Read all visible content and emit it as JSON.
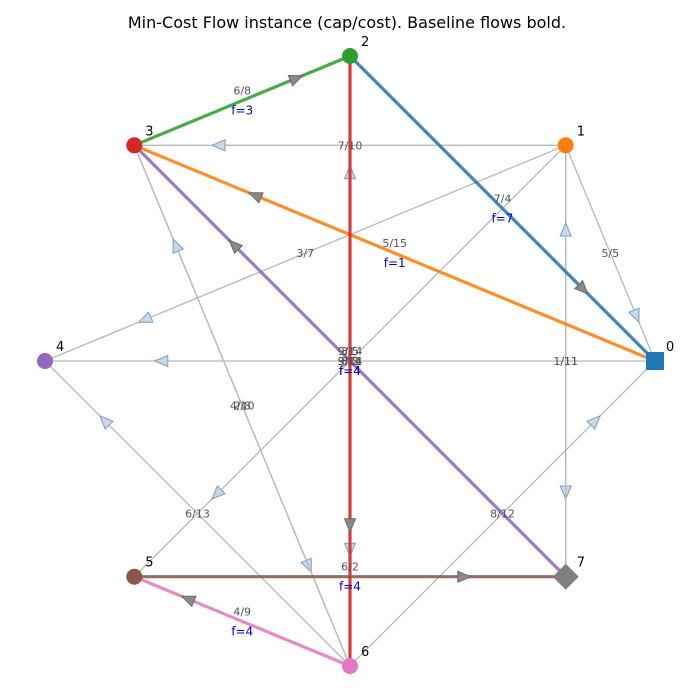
{
  "title": "Min-Cost Flow instance (cap/cost). Baseline flows bold.",
  "colors": {
    "edge": "#b8b8b8",
    "arrow_fill": "#c6d8ea",
    "arrow_stroke": "#7f9db9",
    "flow_label": "#0000dd",
    "edge_label": "#555555"
  },
  "nodes": [
    {
      "id": "0",
      "label": "0",
      "shape": "square",
      "color": "#1f77b4"
    },
    {
      "id": "1",
      "label": "1",
      "shape": "circle",
      "color": "#ff7f0e"
    },
    {
      "id": "2",
      "label": "2",
      "shape": "circle",
      "color": "#2ca02c"
    },
    {
      "id": "3",
      "label": "3",
      "shape": "circle",
      "color": "#d62728"
    },
    {
      "id": "4",
      "label": "4",
      "shape": "circle",
      "color": "#9467bd"
    },
    {
      "id": "5",
      "label": "5",
      "shape": "circle",
      "color": "#8c564b"
    },
    {
      "id": "6",
      "label": "6",
      "shape": "circle",
      "color": "#e377c2"
    },
    {
      "id": "7",
      "label": "7",
      "shape": "diamond",
      "color": "#7f7f7f"
    }
  ],
  "edges": [
    {
      "from": "1",
      "to": "0",
      "label": "5/5"
    },
    {
      "from": "0",
      "to": "4",
      "label": "8/5"
    },
    {
      "from": "1",
      "to": "3",
      "label": "7/10"
    },
    {
      "from": "1",
      "to": "7",
      "label": "1/11"
    },
    {
      "from": "1",
      "to": "5",
      "label": "3/11"
    },
    {
      "from": "7",
      "to": "1",
      "label": "1/11"
    },
    {
      "from": "1",
      "to": "4",
      "label": "3/7"
    },
    {
      "from": "3",
      "to": "6",
      "label": "4/10"
    },
    {
      "from": "6",
      "to": "3",
      "label": "2/8"
    },
    {
      "from": "6",
      "to": "4",
      "label": "6/13"
    },
    {
      "from": "6",
      "to": "0",
      "label": "8/12"
    },
    {
      "from": "6",
      "to": "2",
      "label": "9/14"
    },
    {
      "from": "2",
      "to": "6",
      "label": "6/2"
    }
  ],
  "flow_edges": [
    {
      "from": "3",
      "to": "2",
      "label": "6/8",
      "flow": "f=3",
      "color": "#2ca02c"
    },
    {
      "from": "2",
      "to": "0",
      "label": "7/4",
      "flow": "f=7",
      "color": "#1f77b4"
    },
    {
      "from": "0",
      "to": "3",
      "label": "5/15",
      "flow": "f=1",
      "color": "#ff7f0e"
    },
    {
      "from": "7",
      "to": "3",
      "label": "3/5",
      "flow": "f=4",
      "color": "#9467bd"
    },
    {
      "from": "2",
      "to": "6",
      "label": "9/14",
      "flow": "f=4",
      "color": "#d62728"
    },
    {
      "from": "5",
      "to": "7",
      "label": "6/2",
      "flow": "f=4",
      "color": "#8c564b"
    },
    {
      "from": "6",
      "to": "5",
      "label": "4/9",
      "flow": "f=4",
      "color": "#e377c2"
    }
  ]
}
